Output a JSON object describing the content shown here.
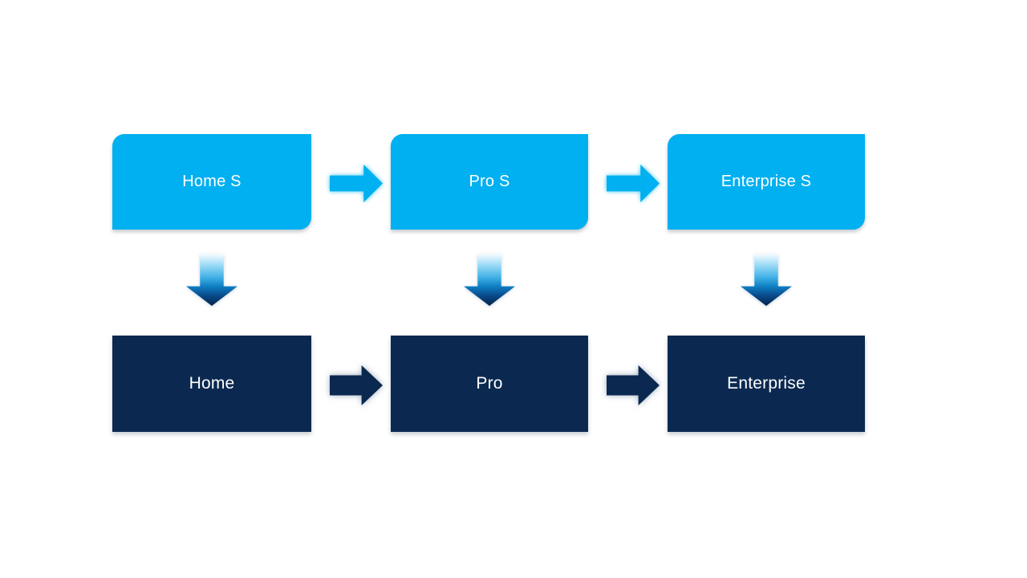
{
  "page": {
    "background": "#ffffff"
  },
  "colors": {
    "light_blue": "#00b0f0",
    "dark_navy": "#0b2950",
    "text": "#ffffff",
    "down_arrow_gradient_top": "#f4fbff",
    "down_arrow_gradient_mid": "#3fb0e6",
    "down_arrow_gradient_bottom": "#052249"
  },
  "diagram": {
    "type": "flow",
    "columns": [
      {
        "top": "Home S",
        "bottom": "Home"
      },
      {
        "top": "Pro S",
        "bottom": "Pro"
      },
      {
        "top": "Enterprise S",
        "bottom": "Enterprise"
      }
    ]
  }
}
